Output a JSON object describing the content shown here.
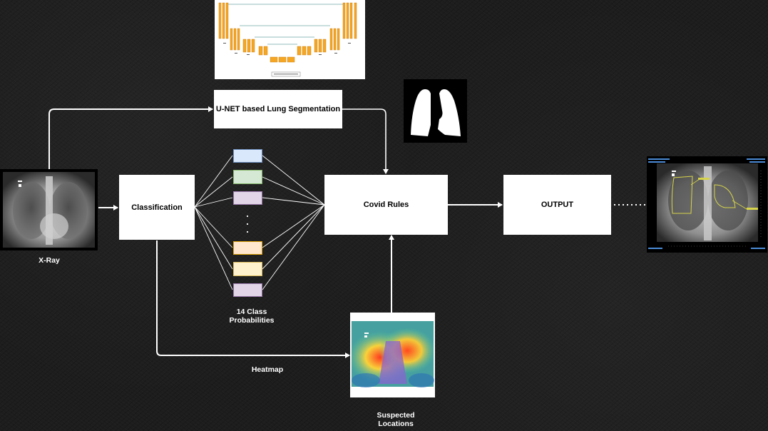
{
  "boxes": {
    "classification": "Classification",
    "segmentation": "U-NET based Lung Segmentation",
    "covid_rules": "Covid Rules",
    "output": "OUTPUT"
  },
  "labels": {
    "xray": "X-Ray",
    "probabilities_line1": "14 Class",
    "probabilities_line2": "Probabilities",
    "heatmap": "Heatmap",
    "suspected_line1": "Suspected",
    "suspected_line2": "Locations"
  },
  "class_colors": [
    "#dae8fc",
    "#d5e8d4",
    "#e1d5e7",
    "#ffe6cc",
    "#fff2cc",
    "#e1d5e7"
  ],
  "colors": {
    "background": "#1d1d1d",
    "arrow": "#ffffff",
    "box": "#ffffff"
  }
}
